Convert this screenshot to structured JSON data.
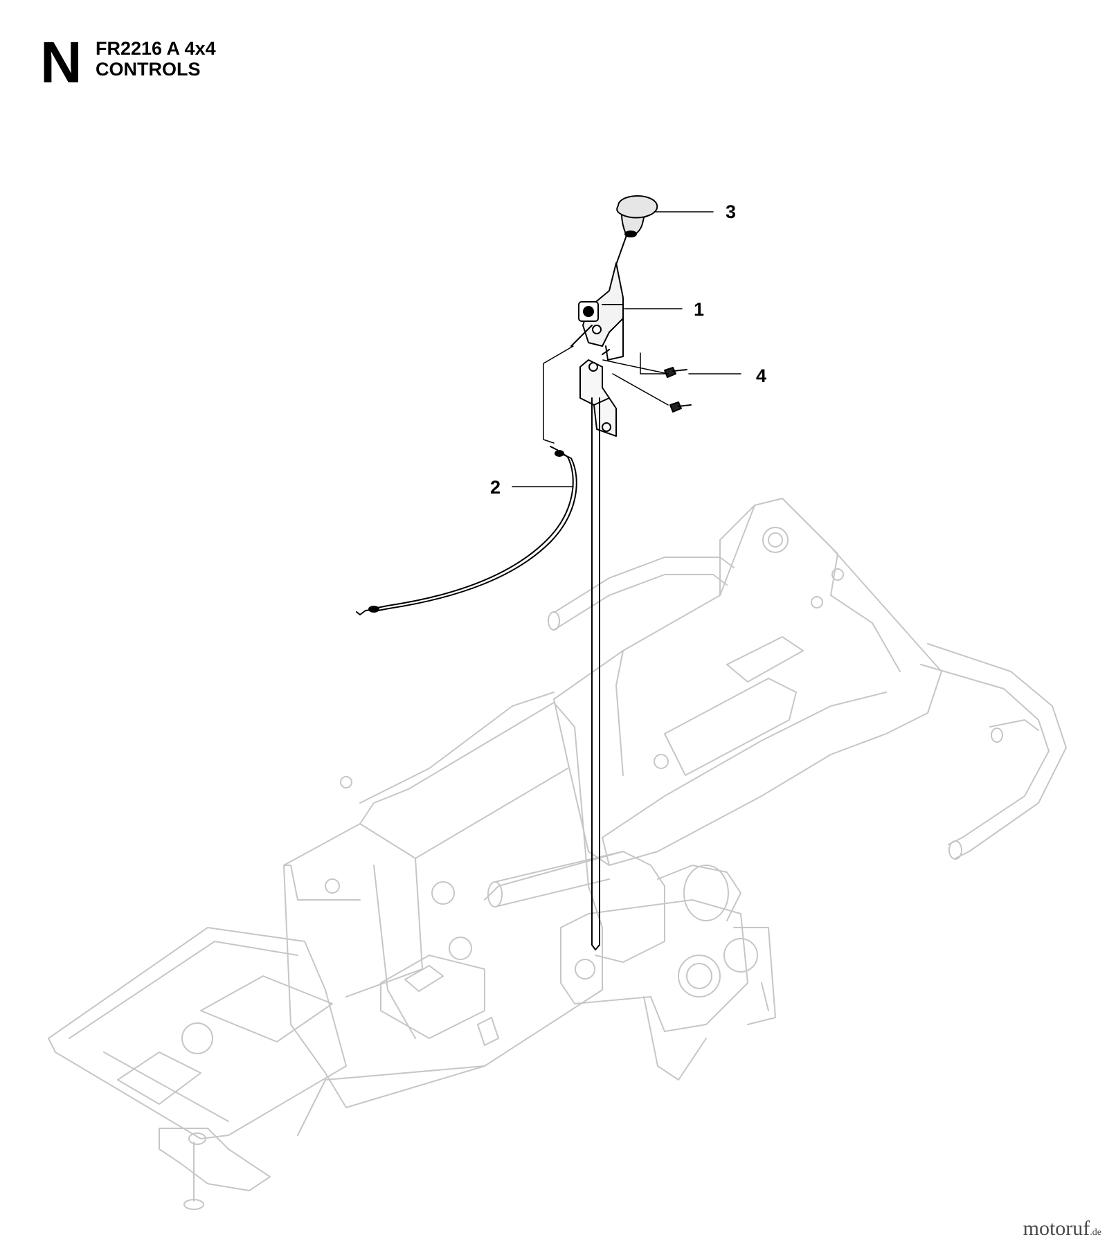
{
  "header": {
    "section_letter": "N",
    "model": "FR2216 A 4x4",
    "title": "CONTROLS"
  },
  "callouts": [
    {
      "id": "1",
      "label": "1",
      "part": "throttle-control-lever"
    },
    {
      "id": "2",
      "label": "2",
      "part": "throttle-cable"
    },
    {
      "id": "3",
      "label": "3",
      "part": "lever-knob"
    },
    {
      "id": "4",
      "label": "4",
      "part": "mounting-bolts"
    }
  ],
  "watermark": {
    "text": "motoruf",
    "suffix": ".de"
  },
  "colors": {
    "frame_stroke": "#c8c8c8",
    "part_stroke": "#000000"
  }
}
